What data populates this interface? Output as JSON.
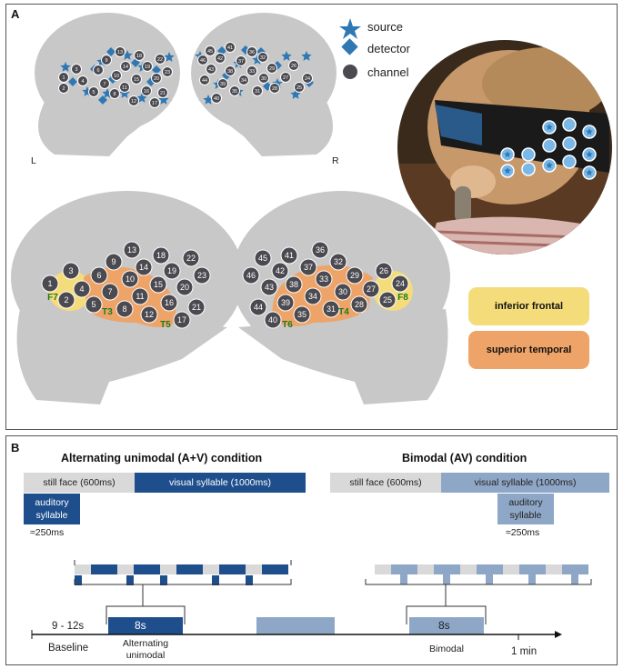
{
  "panel_a": {
    "label": "A",
    "legend": {
      "source": "source",
      "detector": "detector",
      "channel": "channel"
    },
    "hemisphere_left": "L",
    "hemisphere_right": "R",
    "electrode_labels": [
      "F7",
      "T3",
      "T5",
      "T6",
      "T4",
      "F8"
    ],
    "regions": {
      "inferior_frontal": "inferior frontal",
      "superior_temporal": "superior temporal"
    },
    "colors": {
      "head": "#c8c8c8",
      "channel": "#4a4a50",
      "source": "#2f78b4",
      "inferior_frontal": "#f5dc7a",
      "superior_temporal": "#eea468",
      "electrode_text": "#1f7a1f"
    },
    "left_channels": [
      "1",
      "2",
      "3",
      "4",
      "5",
      "6",
      "7",
      "8",
      "9",
      "10",
      "11",
      "12",
      "13",
      "14",
      "15",
      "16",
      "17",
      "18",
      "19",
      "20",
      "21",
      "22",
      "23"
    ],
    "right_channels": [
      "24",
      "25",
      "26",
      "27",
      "28",
      "29",
      "30",
      "31",
      "32",
      "33",
      "34",
      "35",
      "36",
      "37",
      "38",
      "39",
      "40",
      "41",
      "42",
      "43",
      "44",
      "45",
      "46"
    ]
  },
  "panel_b": {
    "label": "B",
    "alternating": {
      "title": "Alternating unimodal (A+V) condition",
      "still_face": "still face (600ms)",
      "visual_syllable": "visual syllable (1000ms)",
      "auditory_syllable": "auditory syllable",
      "duration": "≈250ms"
    },
    "bimodal": {
      "title": "Bimodal (AV) condition",
      "still_face": "still face (600ms)",
      "visual_syllable": "visual syllable (1000ms)",
      "auditory_syllable": "auditory syllable",
      "duration": "≈250ms"
    },
    "timeline": {
      "baseline_range": "9 - 12s",
      "baseline": "Baseline",
      "block_label_1": "8s",
      "block_label_2": "8s",
      "alternating_unimodal": "Alternating unimodal",
      "bimodal": "Bimodal",
      "end": "1 min"
    },
    "colors": {
      "dark_blue": "#1e4f8c",
      "light_blue": "#8fa7c6",
      "gray": "#d9d9d9"
    }
  }
}
